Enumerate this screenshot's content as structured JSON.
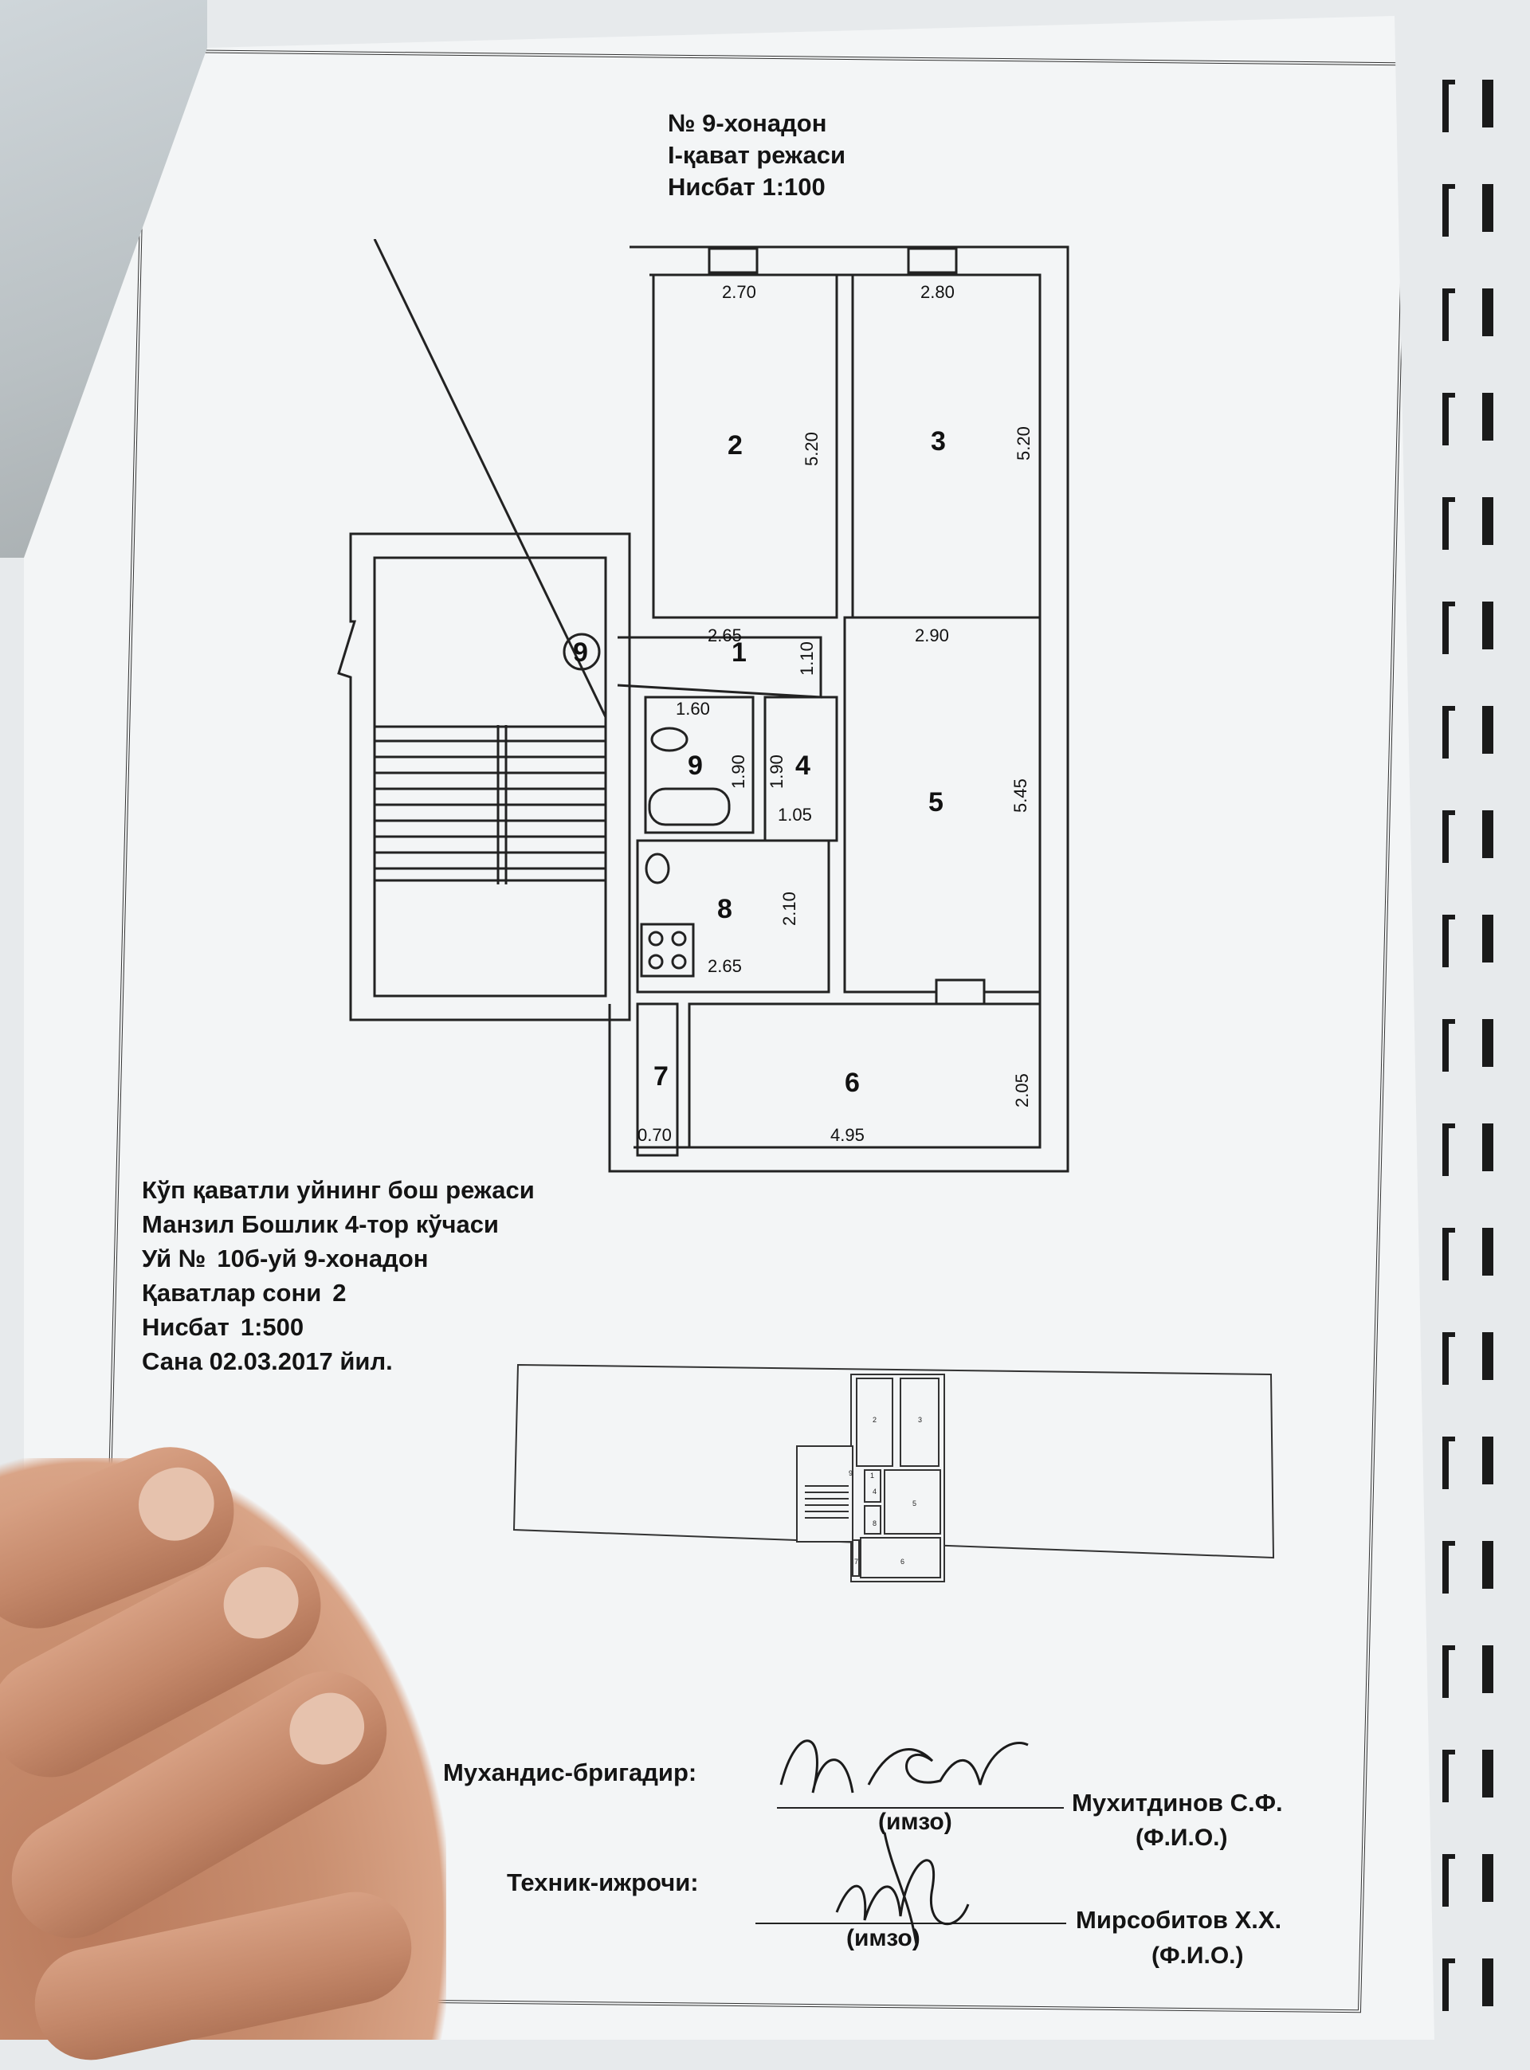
{
  "header": {
    "apartment": "№ 9-хонадон",
    "floor_plan": "I-қават режаси",
    "scale": "Нисбат 1:100"
  },
  "plan": {
    "rooms": [
      {
        "num": "1"
      },
      {
        "num": "2"
      },
      {
        "num": "3"
      },
      {
        "num": "4"
      },
      {
        "num": "5"
      },
      {
        "num": "6"
      },
      {
        "num": "7"
      },
      {
        "num": "8"
      },
      {
        "num": "9"
      }
    ],
    "apartment_marker": "9",
    "dimensions": {
      "r2_width": "2.70",
      "r2_length": "5.20",
      "r3_width": "2.80",
      "r3_length": "5.20",
      "r1_width": "2.65",
      "r1_depth": "1.10",
      "r5_width": "2.90",
      "r5_length": "5.45",
      "r9_width": "1.60",
      "r9_length": "1.90",
      "r4_length": "1.90",
      "r4_width": "1.05",
      "r8_length": "2.10",
      "r8_width": "2.65",
      "r7_width": "0.70",
      "r6_width": "4.95",
      "r6_depth": "2.05"
    }
  },
  "info": {
    "line1": "Кўп қаватли уйнинг бош режаси",
    "line2": "Манзил Бошлик 4-тор кўчаси",
    "house_label": "Уй №",
    "house_value": "10б-уй  9-хонадон",
    "floors_label": "Қаватлар сони",
    "floors_value": "2",
    "scale_label": "Нисбат",
    "scale_value": "1:500",
    "date": "Сана 02.03.2017 йил."
  },
  "siteplan": {
    "room_labels": [
      "2",
      "3",
      "9",
      "1",
      "5",
      "6",
      "8",
      "7",
      "4"
    ]
  },
  "signatures": {
    "engineer_role": "Мухандис-бригадир:",
    "engineer_sign_caption": "(имзо)",
    "engineer_name": "Мухитдинов С.Ф.",
    "engineer_fio": "(Ф.И.О.)",
    "technician_role": "Техник-ижрочи:",
    "technician_sign_caption": "(имзо)",
    "technician_name": "Мирсобитов Х.Х.",
    "technician_fio": "(Ф.И.О.)"
  }
}
